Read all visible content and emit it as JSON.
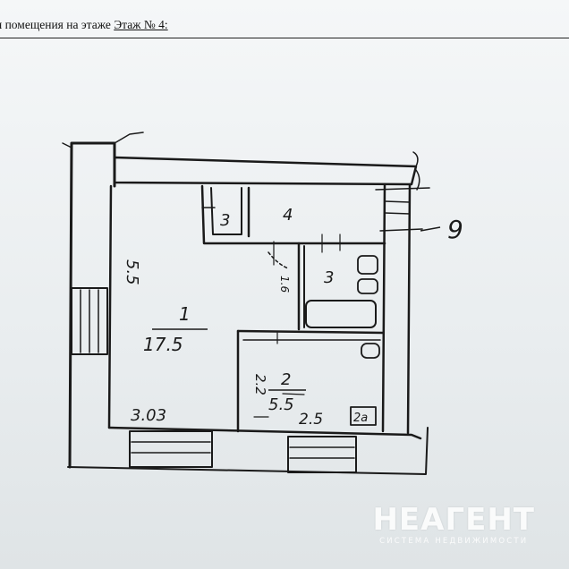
{
  "header": {
    "prefix": "я помещения на этаже",
    "floor_label": "Этаж № 4:"
  },
  "plan": {
    "rooms": [
      {
        "number": "1",
        "area": "17.5"
      },
      {
        "number": "2",
        "area": "5.5"
      },
      {
        "number": "3",
        "area": ""
      },
      {
        "number": "4",
        "area": ""
      },
      {
        "number": "3",
        "area": ""
      }
    ],
    "dimensions": {
      "room1_height": "5.5",
      "room1_width": "3.03",
      "room2_height": "2.2",
      "room2_width": "2.5",
      "bath_height": "1.6"
    },
    "marks": {
      "apartment_number": "9",
      "niche_label": "2а"
    }
  },
  "watermark": {
    "brand": "НЕАГЕНТ",
    "tagline": "СИСТЕМА НЕДВИЖИМОСТИ"
  },
  "colors": {
    "ink": "#1a1a1a",
    "paper": "#eef1f3"
  }
}
